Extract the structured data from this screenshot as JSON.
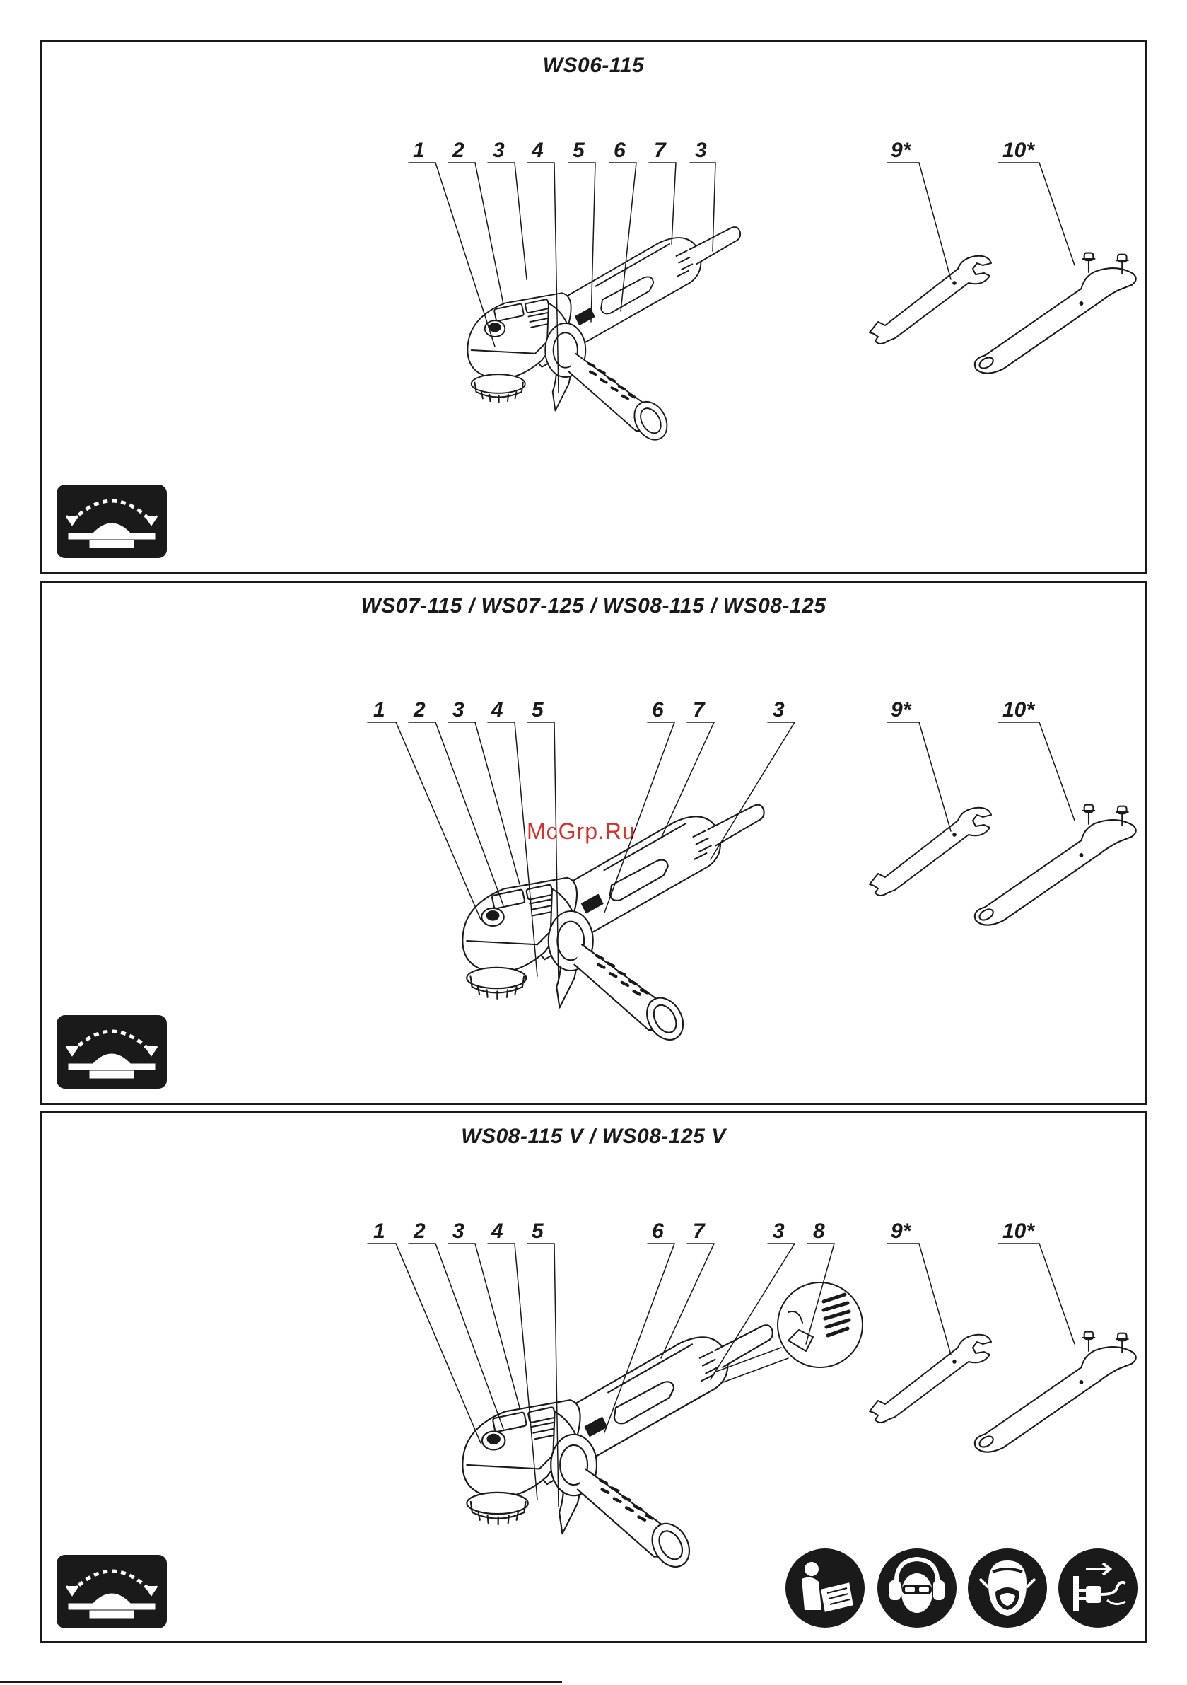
{
  "panels": [
    {
      "title": "WS06-115",
      "labels": [
        "1",
        "2",
        "3",
        "4",
        "5",
        "6",
        "7",
        "3",
        "9*",
        "10*"
      ]
    },
    {
      "title": "WS07-115 / WS07-125 / WS08-115 / WS08-125",
      "labels": [
        "1",
        "2",
        "3",
        "4",
        "5",
        "6",
        "7",
        "3",
        "9*",
        "10*"
      ]
    },
    {
      "title": "WS08-115 V / WS08-125 V",
      "labels": [
        "1",
        "2",
        "3",
        "4",
        "5",
        "6",
        "7",
        "3",
        "8",
        "9*",
        "10*"
      ]
    }
  ],
  "watermark": "McGrp.Ru",
  "icons": {
    "guard": "guard-adjustment-icon",
    "signs": [
      "read-manual-icon",
      "eye-ear-protection-icon",
      "dust-mask-icon",
      "unplug-icon"
    ]
  },
  "colors": {
    "ink": "#1a1a1a",
    "watermark": "#d9302c"
  }
}
